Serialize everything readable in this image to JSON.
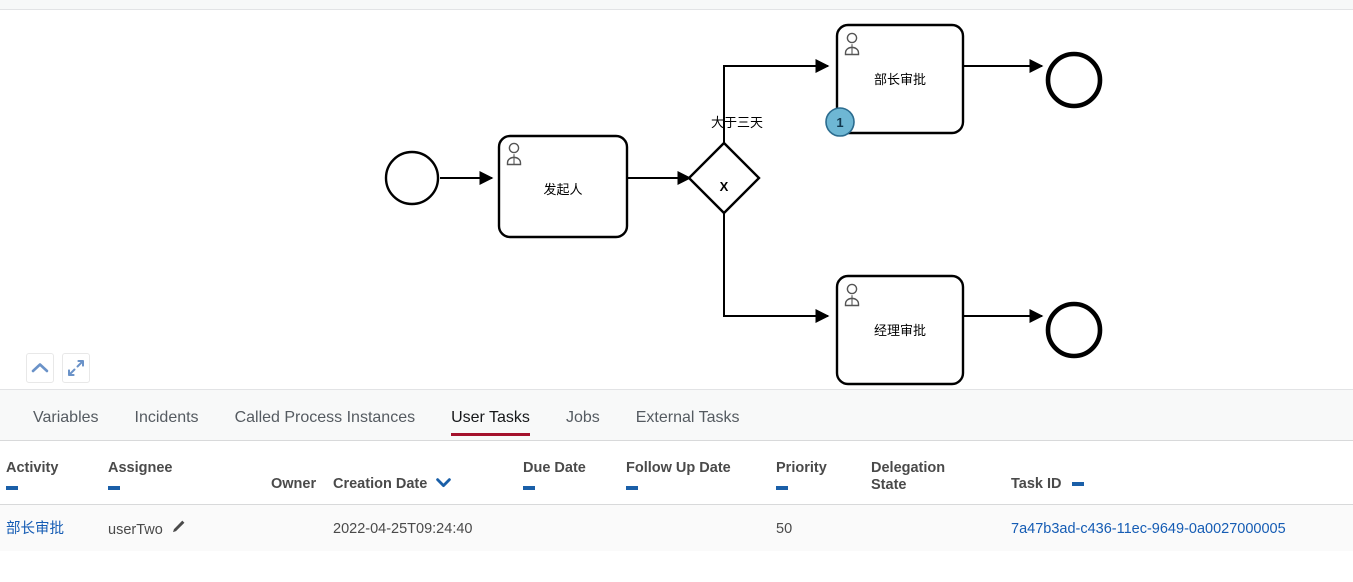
{
  "diagram": {
    "title": "bpmn-process-diagram",
    "nodes": [
      {
        "id": "start",
        "type": "start-event",
        "label": ""
      },
      {
        "id": "task_initiator",
        "type": "user-task",
        "label": "发起人"
      },
      {
        "id": "gateway",
        "type": "exclusive-gateway",
        "label": "X"
      },
      {
        "id": "task_director",
        "type": "user-task",
        "label": "部长审批",
        "badge": "1"
      },
      {
        "id": "end_top",
        "type": "end-event",
        "label": ""
      },
      {
        "id": "task_manager",
        "type": "user-task",
        "label": "经理审批"
      },
      {
        "id": "end_bottom",
        "type": "end-event",
        "label": ""
      }
    ],
    "edges": [
      {
        "from": "start",
        "to": "task_initiator",
        "label": ""
      },
      {
        "from": "task_initiator",
        "to": "gateway",
        "label": ""
      },
      {
        "from": "gateway",
        "to": "task_director",
        "label": "大于三天"
      },
      {
        "from": "gateway",
        "to": "task_manager",
        "label": ""
      },
      {
        "from": "task_director",
        "to": "end_top",
        "label": ""
      },
      {
        "from": "task_manager",
        "to": "end_bottom",
        "label": ""
      }
    ],
    "badge_value": "1",
    "gateway_symbol": "X",
    "edge_label_top": "大于三天",
    "controls": [
      {
        "name": "collapse-button",
        "icon": "chevron-up-icon"
      },
      {
        "name": "expand-button",
        "icon": "expand-arrows-icon"
      }
    ],
    "colors": {
      "stroke": "#000000",
      "badge_fill": "#6eb7d4",
      "badge_stroke": "#2b6c8f",
      "control_icon": "#6a92c8"
    }
  },
  "tabs": [
    {
      "label": "Variables",
      "active": false
    },
    {
      "label": "Incidents",
      "active": false
    },
    {
      "label": "Called Process Instances",
      "active": false
    },
    {
      "label": "User Tasks",
      "active": true
    },
    {
      "label": "Jobs",
      "active": false
    },
    {
      "label": "External Tasks",
      "active": false
    }
  ],
  "tab_accent_color": "#a4122c",
  "table": {
    "columns": [
      {
        "label": "Activity",
        "sort": "dash",
        "key": "activity"
      },
      {
        "label": "Assignee",
        "sort": "dash",
        "key": "assignee"
      },
      {
        "label": "Owner",
        "sort": "none",
        "key": "owner"
      },
      {
        "label": "Creation Date",
        "sort": "desc",
        "key": "creation_date"
      },
      {
        "label": "Due Date",
        "sort": "dash",
        "key": "due_date"
      },
      {
        "label": "Follow Up Date",
        "sort": "dash",
        "key": "follow_up_date"
      },
      {
        "label": "Priority",
        "sort": "dash",
        "key": "priority"
      },
      {
        "label": "Delegation State",
        "sort": "none",
        "key": "delegation_state"
      },
      {
        "label": "Task ID",
        "sort": "dash-inline",
        "key": "task_id"
      }
    ],
    "rows": [
      {
        "activity": "部长审批",
        "assignee": "userTwo",
        "owner": "",
        "creation_date": "2022-04-25T09:24:40",
        "due_date": "",
        "follow_up_date": "",
        "priority": "50",
        "delegation_state": "",
        "task_id": "7a47b3ad-c436-11ec-9649-0a0027000005"
      }
    ],
    "link_color": "#155cb4",
    "sort_indicator_color": "#1a5fa8"
  }
}
